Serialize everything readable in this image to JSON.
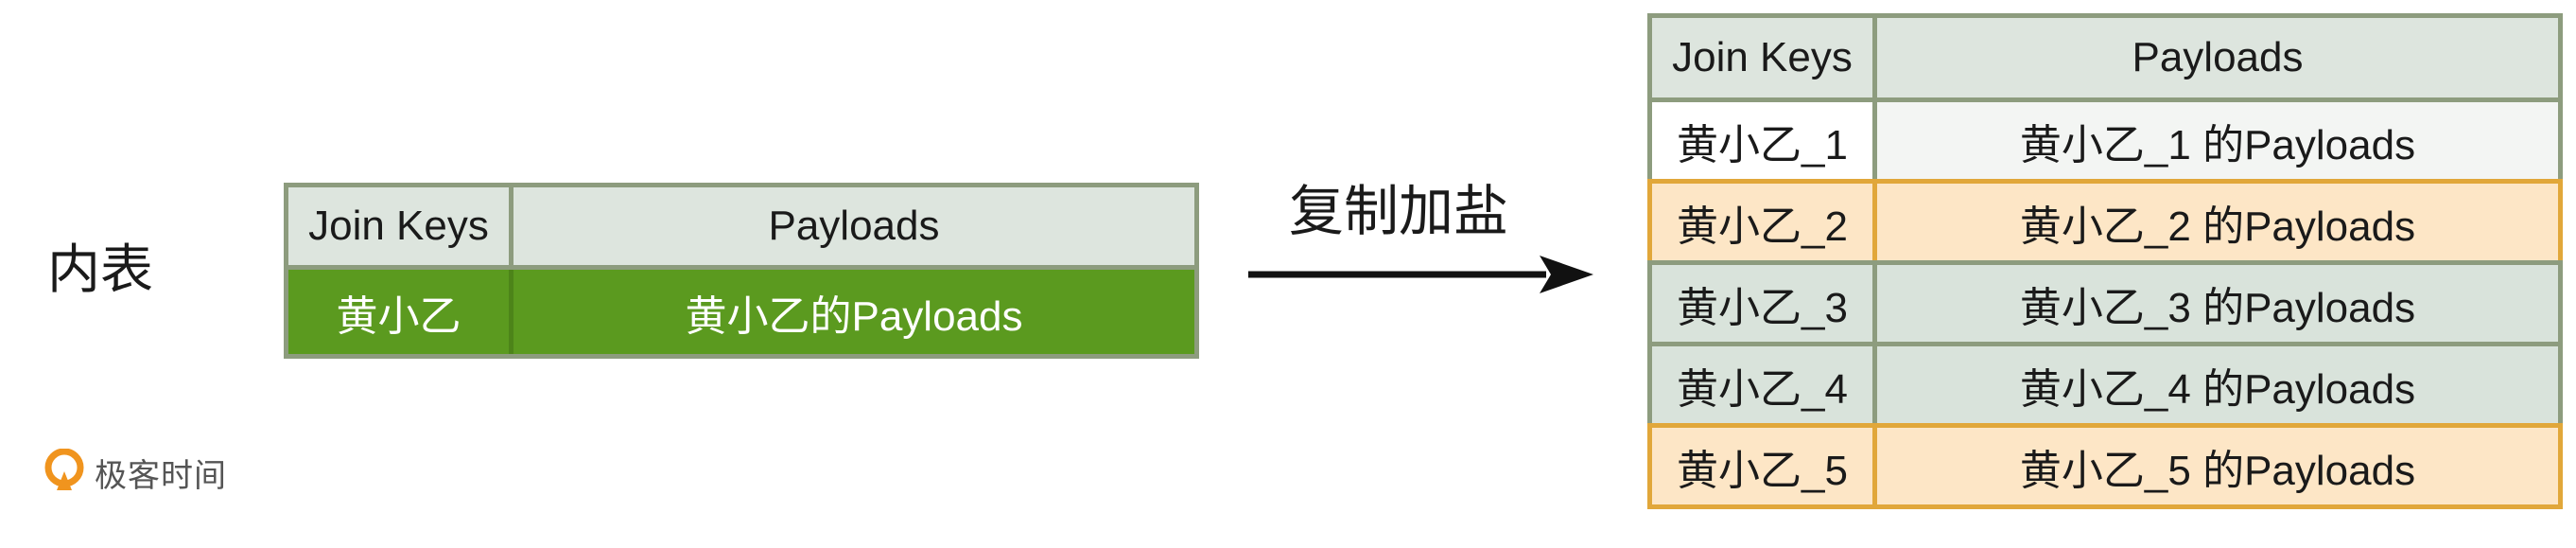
{
  "side_label": "内表",
  "operation_label": "复制加盐",
  "left_table": {
    "headers": [
      "Join Keys",
      "Payloads"
    ],
    "row": [
      "黄小乙",
      "黄小乙的Payloads"
    ]
  },
  "right_table": {
    "headers": [
      "Join Keys",
      "Payloads"
    ],
    "rows": [
      [
        "黄小乙_1",
        "黄小乙_1 的Payloads"
      ],
      [
        "黄小乙_2",
        "黄小乙_2 的Payloads"
      ],
      [
        "黄小乙_3",
        "黄小乙_3 的Payloads"
      ],
      [
        "黄小乙_4",
        "黄小乙_4 的Payloads"
      ],
      [
        "黄小乙_5",
        "黄小乙_5 的Payloads"
      ]
    ]
  },
  "logo": {
    "text": "极客时间",
    "icon": "geekbang-logo-icon"
  },
  "colors": {
    "header_bg": "#dde5de",
    "border": "#8d9c7e",
    "source_row_bg": "#5b9a1f",
    "highlight_border": "#e1a73a",
    "highlight_bg": "#fde6c6",
    "logo": "#f0941e"
  }
}
